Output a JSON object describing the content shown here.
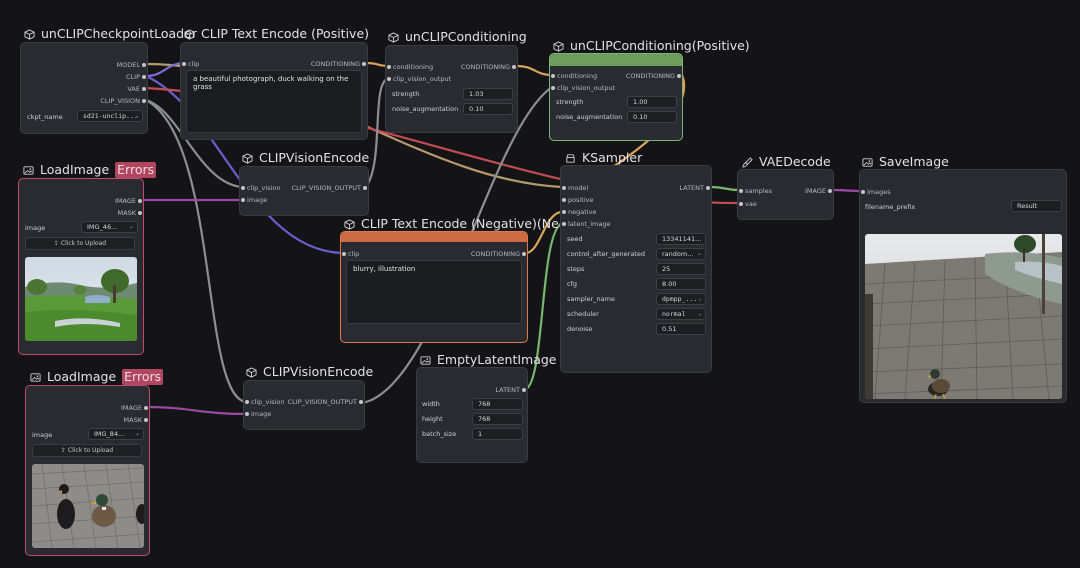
{
  "nodes": {
    "ckpt_loader": {
      "title": "unCLIPCheckpointLoader",
      "outputs": [
        "MODEL",
        "CLIP",
        "VAE",
        "CLIP_VISION"
      ],
      "widget_label": "ckpt_name",
      "widget_value": "sd21-unclip..."
    },
    "clip_pos": {
      "title": "CLIP Text Encode (Positive)",
      "input": "clip",
      "output": "CONDITIONING",
      "text": "a beautiful photograph,  duck walking on the grass"
    },
    "unclip_cond1": {
      "title": "unCLIPConditioning",
      "inputs": [
        "conditioning",
        "clip_vision_output"
      ],
      "output": "CONDITIONING",
      "strength_label": "strength",
      "strength_value": "1.03",
      "noise_label": "noise_augmentation",
      "noise_value": "0.10"
    },
    "unclip_cond2": {
      "title": "unCLIPConditioning(Positive)",
      "inputs": [
        "conditioning",
        "clip_vision_output"
      ],
      "output": "CONDITIONING",
      "strength_label": "strength",
      "strength_value": "1.00",
      "noise_label": "noise_augmentation",
      "noise_value": "0.10"
    },
    "load_image1": {
      "title": "LoadImage",
      "error": "Errors",
      "outputs": [
        "IMAGE",
        "MASK"
      ],
      "widget_label": "image",
      "widget_value": "IMG_46...",
      "upload_label": "Click to Upload"
    },
    "load_image2": {
      "title": "LoadImage",
      "error": "Errors",
      "outputs": [
        "IMAGE",
        "MASK"
      ],
      "widget_label": "image",
      "widget_value": "IMG_84...",
      "upload_label": "Click to Upload"
    },
    "clip_vision1": {
      "title": "CLIPVisionEncode",
      "inputs": [
        "clip_vision",
        "image"
      ],
      "output": "CLIP_VISION_OUTPUT"
    },
    "clip_vision2": {
      "title": "CLIPVisionEncode",
      "inputs": [
        "clip_vision",
        "image"
      ],
      "output": "CLIP_VISION_OUTPUT"
    },
    "clip_neg": {
      "title": "CLIP Text Encode (Negative)(Negative)",
      "input": "clip",
      "output": "CONDITIONING",
      "text": "blurry, illustration"
    },
    "ksampler": {
      "title": "KSampler",
      "inputs": [
        "model",
        "positive",
        "negative",
        "latent_image"
      ],
      "output": "LATENT",
      "widgets": [
        {
          "label": "seed",
          "value": "13341141..."
        },
        {
          "label": "control_after_generated",
          "value": "random..."
        },
        {
          "label": "steps",
          "value": "25"
        },
        {
          "label": "cfg",
          "value": "8.00"
        },
        {
          "label": "sampler_name",
          "value": "dpmpp_..."
        },
        {
          "label": "scheduler",
          "value": "normal"
        },
        {
          "label": "denoise",
          "value": "0.51"
        }
      ]
    },
    "vae_decode": {
      "title": "VAEDecode",
      "inputs": [
        "samples",
        "vae"
      ],
      "output": "IMAGE"
    },
    "save_image": {
      "title": "SaveImage",
      "input": "images",
      "widget_label": "filename_prefix",
      "widget_value": "Result"
    },
    "empty_latent": {
      "title": "EmptyLatentImage",
      "output": "LATENT",
      "widgets": [
        {
          "label": "width",
          "value": "768"
        },
        {
          "label": "height",
          "value": "768"
        },
        {
          "label": "batch_size",
          "value": "1"
        }
      ]
    }
  },
  "colors": {
    "node_bg": "#2a2b30",
    "canvas_bg": "#141417",
    "green_header": "#6e9b5e",
    "orange_header": "#cc6a44",
    "error_bg": "#b04660",
    "wire_model": "#b59a6c",
    "wire_clip": "#e0c95a",
    "wire_vae": "#c44b53",
    "wire_clip_vision": "#9a9aa3",
    "wire_conditioning": "#d8a35b",
    "wire_image": "#9b4aa3",
    "wire_latent": "#79b670"
  },
  "icons": [
    "cube-icon",
    "image-icon",
    "sampler-icon",
    "brush-icon"
  ]
}
